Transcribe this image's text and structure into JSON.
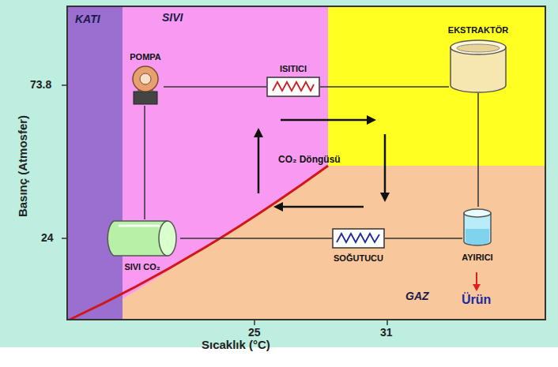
{
  "diagram": {
    "nodes": [
      {
        "text": [
          "POMPA"
        ]
      },
      {
        "text": [
          "ISITICI"
        ]
      },
      {
        "text": [
          "EKSTRAKTÖR"
        ]
      },
      {
        "text": [
          "SIVI CO₂"
        ]
      },
      {
        "text": [
          "SOĞUTUCU"
        ]
      },
      {
        "text": [
          "AYIRICI"
        ]
      }
    ],
    "edges": [
      {
        "from": 0,
        "to": 1,
        "arrow": "none"
      },
      {
        "from": 1,
        "to": 2,
        "arrow": "none"
      },
      {
        "from": 2,
        "to": 5,
        "arrow": "none"
      },
      {
        "from": 5,
        "to": 4,
        "arrow": "none"
      },
      {
        "from": 4,
        "to": 3,
        "arrow": "none"
      },
      {
        "from": 3,
        "to": 0,
        "arrow": "none"
      }
    ],
    "labels": [
      "KATI",
      "SIVI",
      "GAZ",
      "CO₂ Döngüsü",
      "Ürün",
      "73.8",
      "24",
      "25",
      "31",
      "Sıcaklık (°C)",
      "Basınç (Atmosfer)"
    ]
  }
}
